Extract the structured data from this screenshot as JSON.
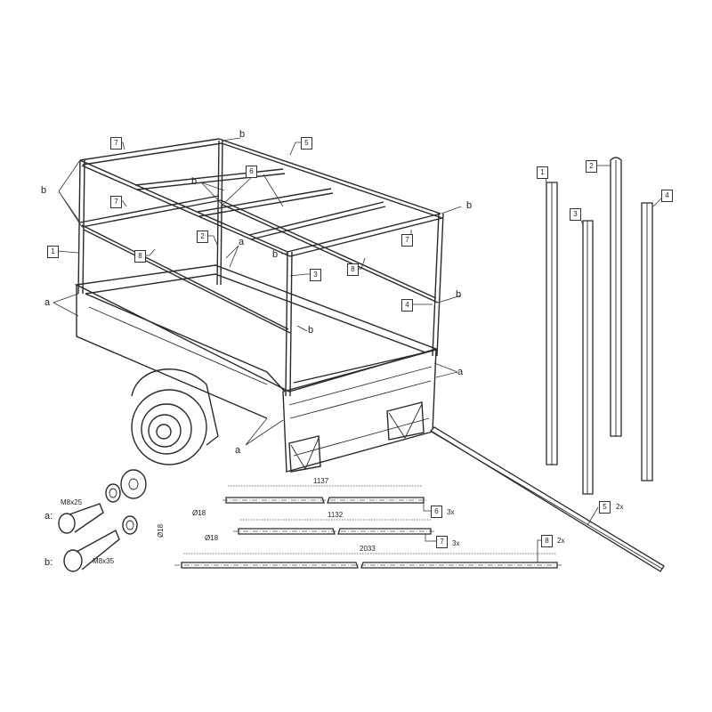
{
  "diagram": {
    "type": "exploded assembly drawing",
    "subject": "Utility trailer with canopy frame (tarpaulin frame kit)",
    "trailer_callouts": [
      {
        "id": "7",
        "pos": "top-left rear crossbar"
      },
      {
        "id": "5",
        "pos": "top right long rail"
      },
      {
        "id": "6",
        "pos": "top middle crossbars"
      },
      {
        "id": "7",
        "pos": "left mid crossbar"
      },
      {
        "id": "7",
        "pos": "right front crossbar"
      },
      {
        "id": "2",
        "pos": "middle upright"
      },
      {
        "id": "8",
        "pos": "left lower diagonal"
      },
      {
        "id": "8",
        "pos": "right lower diagonal"
      },
      {
        "id": "1",
        "pos": "left rear upright"
      },
      {
        "id": "3",
        "pos": "front left upright"
      },
      {
        "id": "4",
        "pos": "front right upright"
      }
    ],
    "fastener_letters": {
      "a": "a",
      "b": "b"
    },
    "uprights": [
      {
        "id": "1"
      },
      {
        "id": "2"
      },
      {
        "id": "3"
      },
      {
        "id": "4"
      }
    ],
    "rail": {
      "id": "5",
      "qty": "2x"
    },
    "tubes": [
      {
        "id": "6",
        "length": "1137",
        "diameter": "Ø18",
        "qty": "3x"
      },
      {
        "id": "7",
        "length": "1132",
        "diameter": "Ø18",
        "qty": "3x"
      },
      {
        "id": "8",
        "length": "2033",
        "diameter": "Ø18",
        "qty": "2x"
      }
    ],
    "fasteners": [
      {
        "key": "a:",
        "bolt": "M8x25",
        "parts": "bolt, spring washer, flat washer"
      },
      {
        "key": "b:",
        "bolt": "M8x35",
        "parts": "bolt, spring washer"
      }
    ]
  }
}
